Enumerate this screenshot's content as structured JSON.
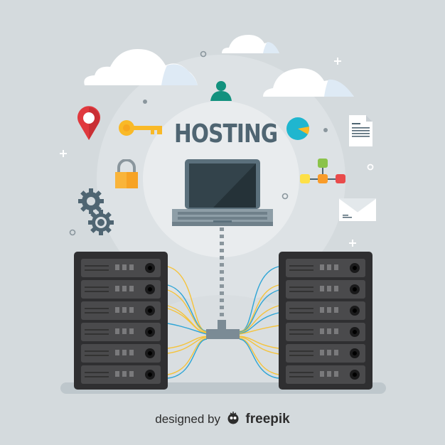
{
  "scene": {
    "title": "HOSTING",
    "background_color": "#d4dadd",
    "title_color": "#4f6572"
  },
  "icons": [
    {
      "name": "location-pin-icon",
      "color": "#e0393e"
    },
    {
      "name": "key-icon",
      "color": "#f9b927"
    },
    {
      "name": "padlock-icon",
      "color": "#f9a72b"
    },
    {
      "name": "gears-icon",
      "color": "#4f6572"
    },
    {
      "name": "user-icon",
      "color": "#12917e"
    },
    {
      "name": "pie-chart-icon",
      "color": "#1fb6cf"
    },
    {
      "name": "document-icon",
      "color": "#ffffff"
    },
    {
      "name": "network-nodes-icon",
      "colors": [
        "#fde047",
        "#f99c2a",
        "#e94b4b",
        "#8bc34a"
      ]
    },
    {
      "name": "envelope-icon",
      "color": "#ffffff"
    },
    {
      "name": "laptop-icon",
      "color": "#5b707c"
    }
  ],
  "servers": {
    "left_units": 6,
    "right_units": 6,
    "cable_colors": [
      "#f5c33b",
      "#2ea5d6"
    ]
  },
  "credit": {
    "prefix": "designed by",
    "brand": "freepik"
  }
}
